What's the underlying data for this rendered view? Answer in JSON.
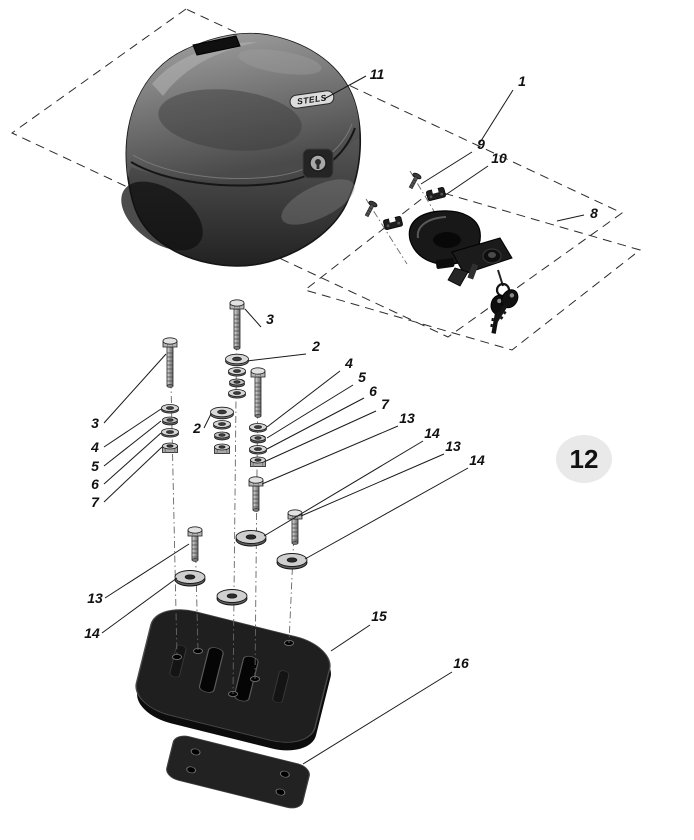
{
  "figure": {
    "type": "exploded-parts-diagram",
    "badge": "12",
    "logo_text": "STELS",
    "colors": {
      "background": "#ffffff",
      "outline": "#1a1a1a",
      "badge_fill": "#e9e9e9",
      "part_dark": "#151515"
    },
    "callouts": [
      {
        "id": "c11",
        "text": "11"
      },
      {
        "id": "c1",
        "text": "1"
      },
      {
        "id": "c9",
        "text": "9"
      },
      {
        "id": "c10",
        "text": "10"
      },
      {
        "id": "c8",
        "text": "8"
      },
      {
        "id": "c3t",
        "text": "3"
      },
      {
        "id": "c2r",
        "text": "2"
      },
      {
        "id": "c4r",
        "text": "4"
      },
      {
        "id": "c5r",
        "text": "5"
      },
      {
        "id": "c6r",
        "text": "6"
      },
      {
        "id": "c7r",
        "text": "7"
      },
      {
        "id": "c13r1",
        "text": "13"
      },
      {
        "id": "c14r1",
        "text": "14"
      },
      {
        "id": "c13r2",
        "text": "13"
      },
      {
        "id": "c14r2",
        "text": "14"
      },
      {
        "id": "c3l",
        "text": "3"
      },
      {
        "id": "c4l",
        "text": "4"
      },
      {
        "id": "c5l",
        "text": "5"
      },
      {
        "id": "c6l",
        "text": "6"
      },
      {
        "id": "c7l",
        "text": "7"
      },
      {
        "id": "c2l",
        "text": "2"
      },
      {
        "id": "c13l",
        "text": "13"
      },
      {
        "id": "c14l",
        "text": "14"
      },
      {
        "id": "c15",
        "text": "15"
      },
      {
        "id": "c16",
        "text": "16"
      }
    ]
  }
}
